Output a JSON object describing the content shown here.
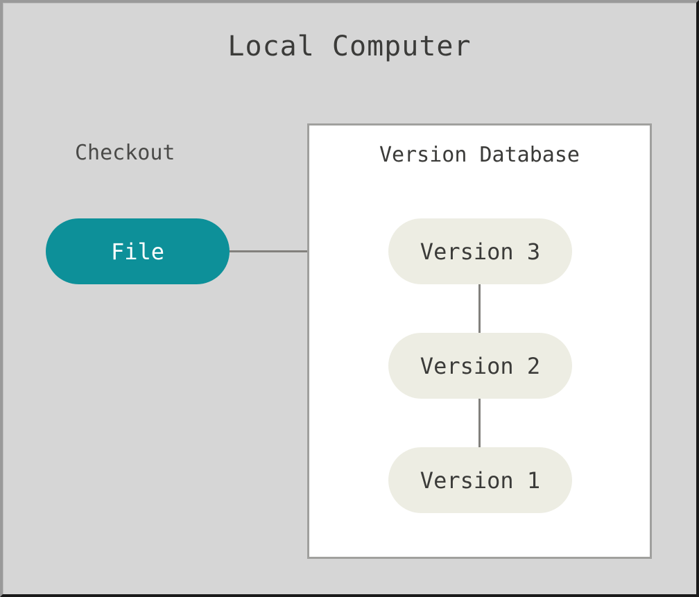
{
  "diagram": {
    "title": "Local Computer",
    "background_color": "#d6d6d6",
    "checkout": {
      "label": "Checkout",
      "node": {
        "label": "File",
        "fill_color": "#0d9099",
        "text_color": "#ffffff"
      }
    },
    "version_database": {
      "title": "Version Database",
      "panel_fill": "#ffffff",
      "panel_border": "#a0a09e",
      "node_fill": "#edede3",
      "node_text_color": "#3b3b39",
      "nodes": [
        {
          "label": "Version 3"
        },
        {
          "label": "Version 2"
        },
        {
          "label": "Version 1"
        }
      ]
    },
    "connectors": {
      "color": "#82817d",
      "edges": [
        {
          "from": "File",
          "to": "Version 3",
          "orientation": "horizontal"
        },
        {
          "from": "Version 3",
          "to": "Version 2",
          "orientation": "vertical"
        },
        {
          "from": "Version 2",
          "to": "Version 1",
          "orientation": "vertical"
        }
      ]
    }
  }
}
